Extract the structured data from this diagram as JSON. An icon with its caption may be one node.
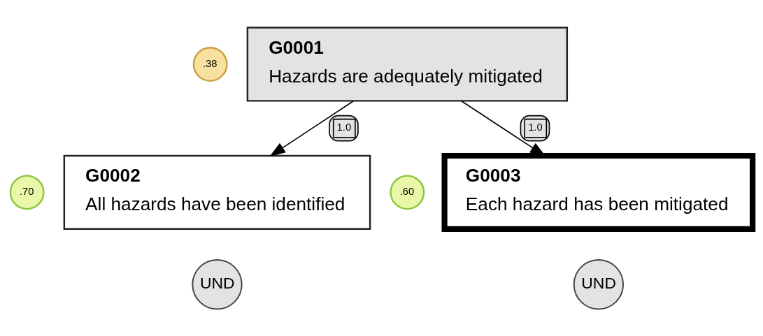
{
  "diagram": {
    "nodes": [
      {
        "text": [
          ".38"
        ]
      },
      {
        "text": [
          "G0001",
          "Hazards are adequately mitigated"
        ]
      },
      {
        "text": [
          ".70"
        ]
      },
      {
        "text": [
          "G0002",
          "All hazards have been identified"
        ]
      },
      {
        "text": [
          ".60"
        ]
      },
      {
        "text": [
          "G0003",
          "Each hazard has been mitigated"
        ]
      },
      {
        "text": [
          "UND"
        ]
      },
      {
        "text": [
          "UND"
        ]
      }
    ],
    "edges": [
      {
        "from": 1,
        "to": 3,
        "arrow": "to",
        "label": "1.0"
      },
      {
        "from": 1,
        "to": 5,
        "arrow": "to",
        "label": "1.0"
      }
    ]
  }
}
